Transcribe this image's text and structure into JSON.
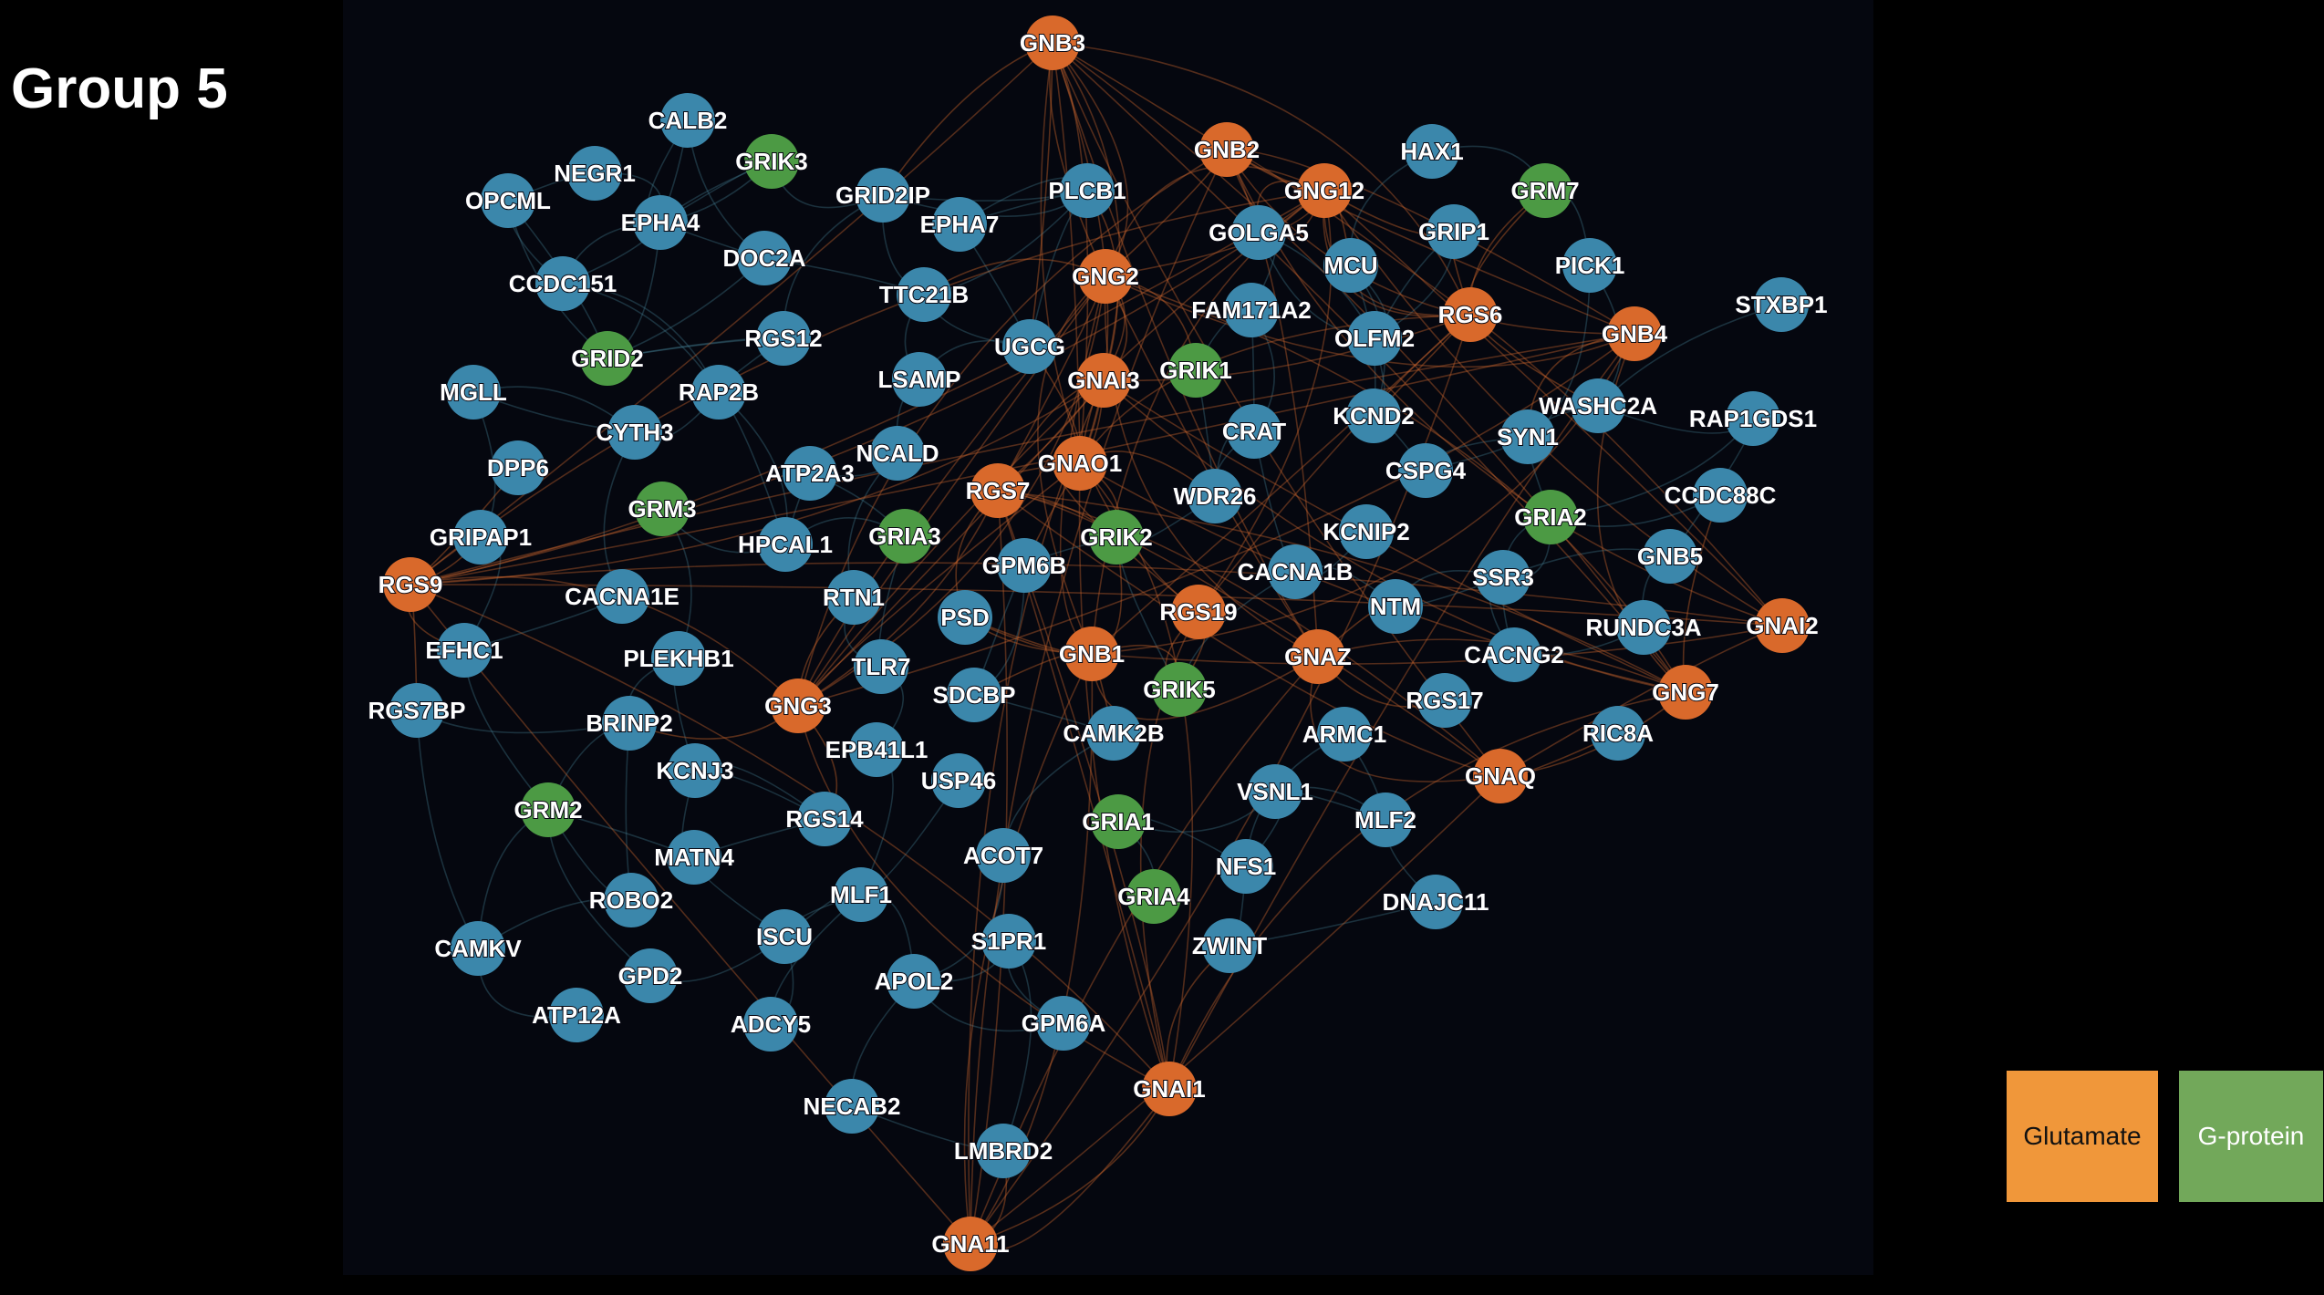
{
  "title": "Group 5",
  "colors": {
    "background": "#000000",
    "panel": "#05070f",
    "blue": "#3b87ab",
    "orange": "#d9692b",
    "green": "#4c9a44",
    "legend_glutamate": "#f0973a",
    "legend_gprotein": "#72a85a"
  },
  "legend": [
    {
      "label": "Glutamate",
      "color": "#f0973a"
    },
    {
      "label": "G-protein",
      "color": "#72a85a"
    }
  ],
  "nodes": [
    {
      "id": "GNB3",
      "group": "orange"
    },
    {
      "id": "CALB2",
      "group": "blue"
    },
    {
      "id": "GRIK3",
      "group": "green"
    },
    {
      "id": "NEGR1",
      "group": "blue"
    },
    {
      "id": "OPCML",
      "group": "blue"
    },
    {
      "id": "EPHA4",
      "group": "blue"
    },
    {
      "id": "GRID2IP",
      "group": "blue"
    },
    {
      "id": "EPHA7",
      "group": "blue"
    },
    {
      "id": "PLCB1",
      "group": "blue"
    },
    {
      "id": "GNB2",
      "group": "orange"
    },
    {
      "id": "GNG12",
      "group": "orange"
    },
    {
      "id": "HAX1",
      "group": "blue"
    },
    {
      "id": "GRM7",
      "group": "green"
    },
    {
      "id": "GOLGA5",
      "group": "blue"
    },
    {
      "id": "GRIP1",
      "group": "blue"
    },
    {
      "id": "MCU",
      "group": "blue"
    },
    {
      "id": "PICK1",
      "group": "blue"
    },
    {
      "id": "DOC2A",
      "group": "blue"
    },
    {
      "id": "CCDC151",
      "group": "blue"
    },
    {
      "id": "TTC21B",
      "group": "blue"
    },
    {
      "id": "GNG2",
      "group": "orange"
    },
    {
      "id": "FAM171A2",
      "group": "blue"
    },
    {
      "id": "RGS6",
      "group": "orange"
    },
    {
      "id": "GNB4",
      "group": "orange"
    },
    {
      "id": "STXBP1",
      "group": "blue"
    },
    {
      "id": "GRID2",
      "group": "green"
    },
    {
      "id": "RGS12",
      "group": "blue"
    },
    {
      "id": "UGCG",
      "group": "blue"
    },
    {
      "id": "OLFM2",
      "group": "blue"
    },
    {
      "id": "MGLL",
      "group": "blue"
    },
    {
      "id": "RAP2B",
      "group": "blue"
    },
    {
      "id": "LSAMP",
      "group": "blue"
    },
    {
      "id": "GNAI3",
      "group": "orange"
    },
    {
      "id": "GRIK1",
      "group": "green"
    },
    {
      "id": "WASHC2A",
      "group": "blue"
    },
    {
      "id": "RAP1GDS1",
      "group": "blue"
    },
    {
      "id": "CYTH3",
      "group": "blue"
    },
    {
      "id": "KCND2",
      "group": "blue"
    },
    {
      "id": "CRAT",
      "group": "blue"
    },
    {
      "id": "SYN1",
      "group": "blue"
    },
    {
      "id": "DPP6",
      "group": "blue"
    },
    {
      "id": "ATP2A3",
      "group": "blue"
    },
    {
      "id": "NCALD",
      "group": "blue"
    },
    {
      "id": "GNAO1",
      "group": "orange"
    },
    {
      "id": "CSPG4",
      "group": "blue"
    },
    {
      "id": "GRM3",
      "group": "green"
    },
    {
      "id": "RGS7",
      "group": "orange"
    },
    {
      "id": "WDR26",
      "group": "blue"
    },
    {
      "id": "CCDC88C",
      "group": "blue"
    },
    {
      "id": "GRIA2",
      "group": "green"
    },
    {
      "id": "GRIPAP1",
      "group": "blue"
    },
    {
      "id": "HPCAL1",
      "group": "blue"
    },
    {
      "id": "GRIA3",
      "group": "green"
    },
    {
      "id": "GRIK2",
      "group": "green"
    },
    {
      "id": "KCNIP2",
      "group": "blue"
    },
    {
      "id": "GNB5",
      "group": "blue"
    },
    {
      "id": "GPM6B",
      "group": "blue"
    },
    {
      "id": "CACNA1B",
      "group": "blue"
    },
    {
      "id": "SSR3",
      "group": "blue"
    },
    {
      "id": "RGS9",
      "group": "orange"
    },
    {
      "id": "CACNA1E",
      "group": "blue"
    },
    {
      "id": "RTN1",
      "group": "blue"
    },
    {
      "id": "PSD",
      "group": "blue"
    },
    {
      "id": "RGS19",
      "group": "orange"
    },
    {
      "id": "NTM",
      "group": "blue"
    },
    {
      "id": "RUNDC3A",
      "group": "blue"
    },
    {
      "id": "GNAI2",
      "group": "orange"
    },
    {
      "id": "EFHC1",
      "group": "blue"
    },
    {
      "id": "PLEKHB1",
      "group": "blue"
    },
    {
      "id": "TLR7",
      "group": "blue"
    },
    {
      "id": "GNB1",
      "group": "orange"
    },
    {
      "id": "GNAZ",
      "group": "orange"
    },
    {
      "id": "CACNG2",
      "group": "blue"
    },
    {
      "id": "GNG3",
      "group": "orange"
    },
    {
      "id": "SDCBP",
      "group": "blue"
    },
    {
      "id": "GRIK5",
      "group": "green"
    },
    {
      "id": "RGS17",
      "group": "blue"
    },
    {
      "id": "GNG7",
      "group": "orange"
    },
    {
      "id": "RGS7BP",
      "group": "blue"
    },
    {
      "id": "BRINP2",
      "group": "blue"
    },
    {
      "id": "EPB41L1",
      "group": "blue"
    },
    {
      "id": "CAMK2B",
      "group": "blue"
    },
    {
      "id": "ARMC1",
      "group": "blue"
    },
    {
      "id": "RIC8A",
      "group": "blue"
    },
    {
      "id": "KCNJ3",
      "group": "blue"
    },
    {
      "id": "USP46",
      "group": "blue"
    },
    {
      "id": "GNAQ",
      "group": "orange"
    },
    {
      "id": "VSNL1",
      "group": "blue"
    },
    {
      "id": "GRM2",
      "group": "green"
    },
    {
      "id": "RGS14",
      "group": "blue"
    },
    {
      "id": "GRIA1",
      "group": "green"
    },
    {
      "id": "MLF2",
      "group": "blue"
    },
    {
      "id": "MATN4",
      "group": "blue"
    },
    {
      "id": "ACOT7",
      "group": "blue"
    },
    {
      "id": "NFS1",
      "group": "blue"
    },
    {
      "id": "ROBO2",
      "group": "blue"
    },
    {
      "id": "MLF1",
      "group": "blue"
    },
    {
      "id": "GRIA4",
      "group": "green"
    },
    {
      "id": "DNAJC11",
      "group": "blue"
    },
    {
      "id": "CAMKV",
      "group": "blue"
    },
    {
      "id": "ISCU",
      "group": "blue"
    },
    {
      "id": "S1PR1",
      "group": "blue"
    },
    {
      "id": "ZWINT",
      "group": "blue"
    },
    {
      "id": "GPD2",
      "group": "blue"
    },
    {
      "id": "APOL2",
      "group": "blue"
    },
    {
      "id": "ATP12A",
      "group": "blue"
    },
    {
      "id": "ADCY5",
      "group": "blue"
    },
    {
      "id": "GPM6A",
      "group": "blue"
    },
    {
      "id": "GNAI1",
      "group": "orange"
    },
    {
      "id": "NECAB2",
      "group": "blue"
    },
    {
      "id": "LMBRD2",
      "group": "blue"
    },
    {
      "id": "GNA11",
      "group": "orange"
    }
  ]
}
